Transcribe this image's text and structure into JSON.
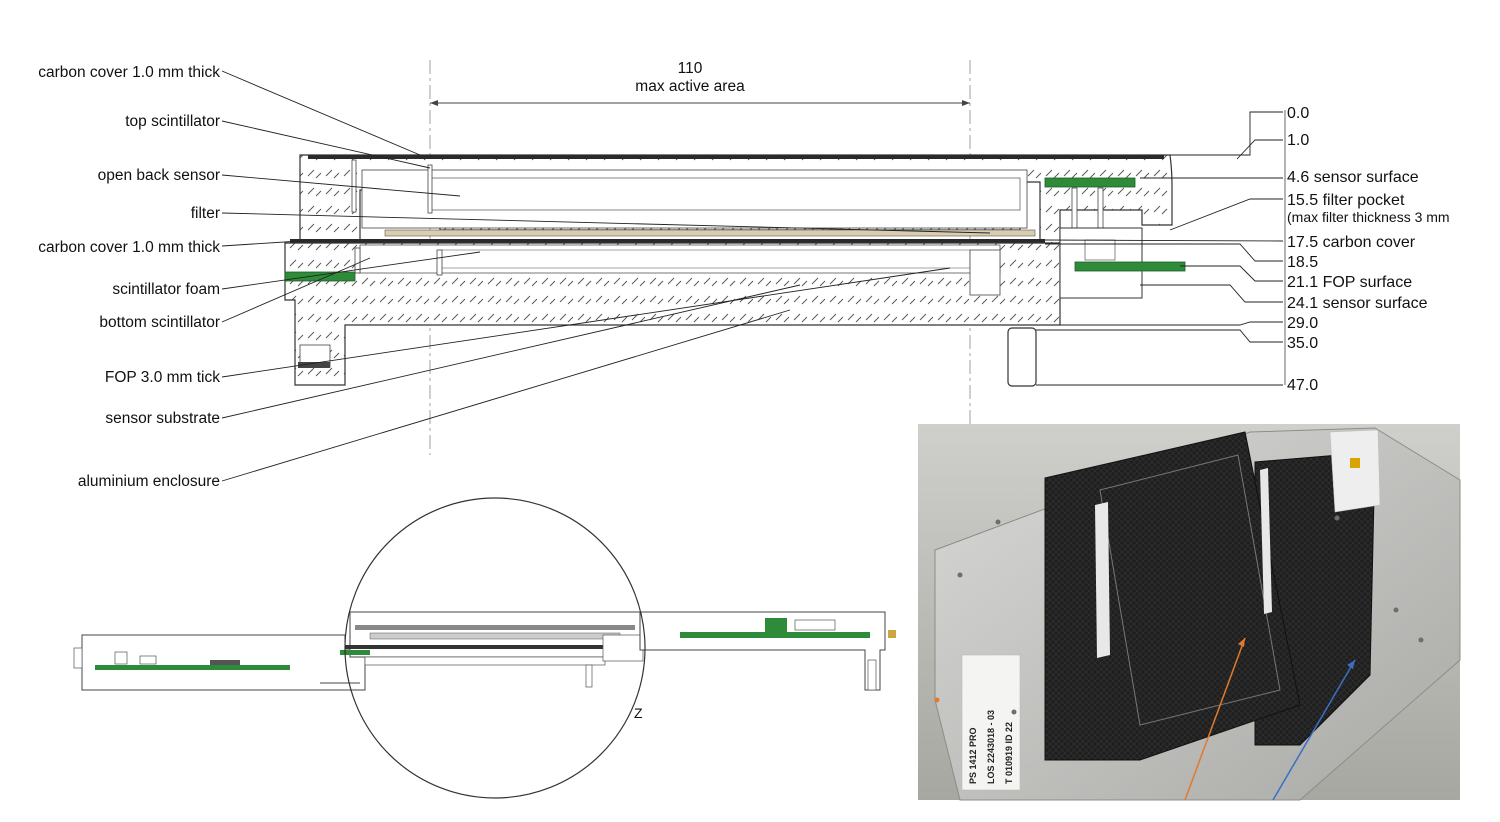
{
  "dimension": {
    "value": "110",
    "caption": "max active area"
  },
  "left_labels": [
    "carbon cover 1.0 mm thick",
    "top scintillator",
    "open back sensor",
    "filter",
    "carbon cover 1.0 mm thick",
    "scintillator foam",
    "bottom scintillator",
    "FOP 3.0 mm tick",
    "sensor substrate",
    "aluminium enclosure"
  ],
  "right_labels": [
    {
      "text": "0.0"
    },
    {
      "text": "1.0"
    },
    {
      "text": "4.6 sensor surface"
    },
    {
      "text": "15.5 filter pocket",
      "note": "(max filter thickness 3 mm"
    },
    {
      "text": "17.5 carbon cover"
    },
    {
      "text": "18.5"
    },
    {
      "text": "21.1 FOP surface"
    },
    {
      "text": "24.1 sensor surface"
    },
    {
      "text": "29.0"
    },
    {
      "text": "35.0"
    },
    {
      "text": "47.0"
    }
  ],
  "detail_marker": "Z",
  "photo_label": [
    "PS 1412 PRO",
    "LOS 2243018 - 03",
    "T 010919 ID 22"
  ],
  "colors": {
    "pcb_green": "#2e8b3a",
    "carbon": "#1c1c1c",
    "photo_bg": "#b9b9b4",
    "arrow_orange": "#e07a2e",
    "arrow_blue": "#3b6fc4"
  }
}
